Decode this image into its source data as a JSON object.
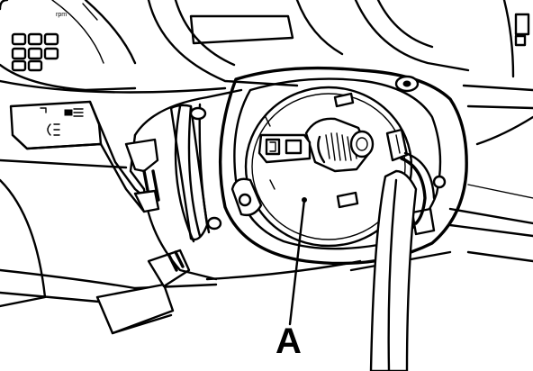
{
  "figure": {
    "callout_label": "A",
    "gauge_marking": "rpm",
    "icons": [
      "headlight-icon",
      "fog-light-icon",
      "warning-lamp-grid"
    ]
  }
}
